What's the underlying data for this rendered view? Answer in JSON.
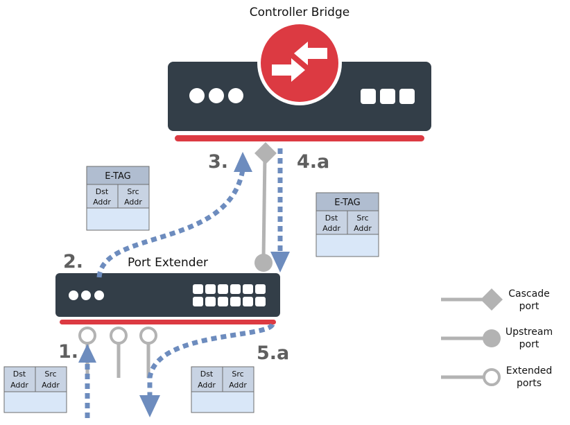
{
  "colors": {
    "device": "#333e48",
    "red": "#dc3a42",
    "flow": "#6d8cbe",
    "port_gray": "#b3b3b3",
    "step_text": "#5f5f5f",
    "pkt_header": "#b0bdd0",
    "pkt_fields": "#c8d3e3",
    "pkt_body": "#d9e7f8",
    "pkt_border": "#6d6d6d"
  },
  "controller": {
    "title": "Controller Bridge"
  },
  "extender": {
    "title": "Port Extender"
  },
  "steps": {
    "s1": "1.",
    "s2": "2.",
    "s3": "3.",
    "s4": "4.a",
    "s5": "5.a"
  },
  "packets": {
    "tagged": {
      "header": "E-TAG",
      "dst_line1": "Dst",
      "dst_line2": "Addr",
      "src_line1": "Src",
      "src_line2": "Addr"
    },
    "plain": {
      "dst_line1": "Dst",
      "dst_line2": "Addr",
      "src_line1": "Src",
      "src_line2": "Addr"
    }
  },
  "legend": {
    "cascade_line1": "Cascade",
    "cascade_line2": "port",
    "upstream_line1": "Upstream",
    "upstream_line2": "port",
    "extended_line1": "Extended",
    "extended_line2": "ports"
  }
}
